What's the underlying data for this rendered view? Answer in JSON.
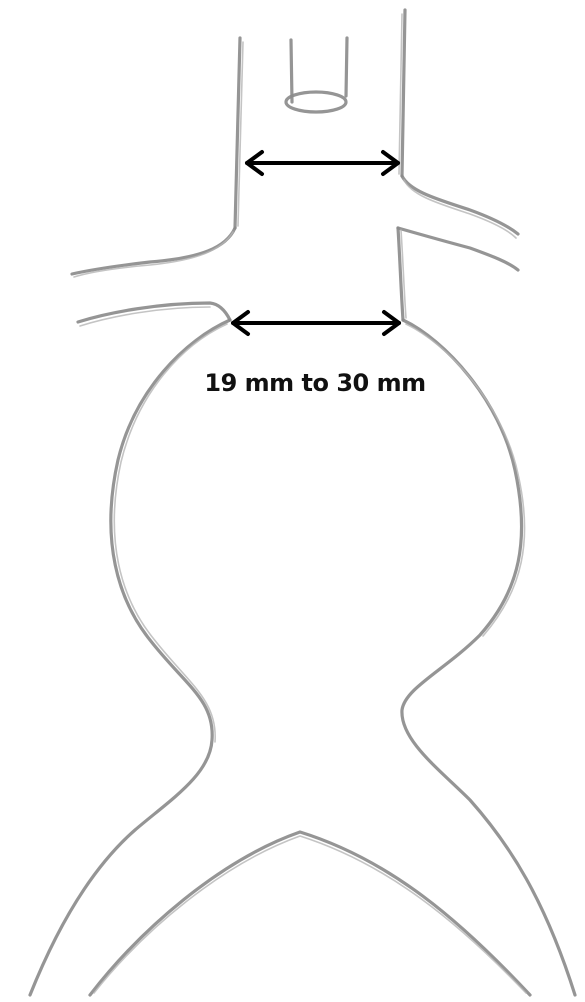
{
  "diagram": {
    "measurement_label": "19 mm to 30 mm",
    "colors": {
      "pencil_stroke": "#8a8a8a",
      "arrow_stroke": "#000000",
      "label_text": "#111111",
      "background": "#ffffff"
    },
    "arrows": [
      {
        "name": "upper-diameter-arrow",
        "style": "double-headed"
      },
      {
        "name": "lower-diameter-arrow",
        "style": "double-headed"
      }
    ]
  }
}
